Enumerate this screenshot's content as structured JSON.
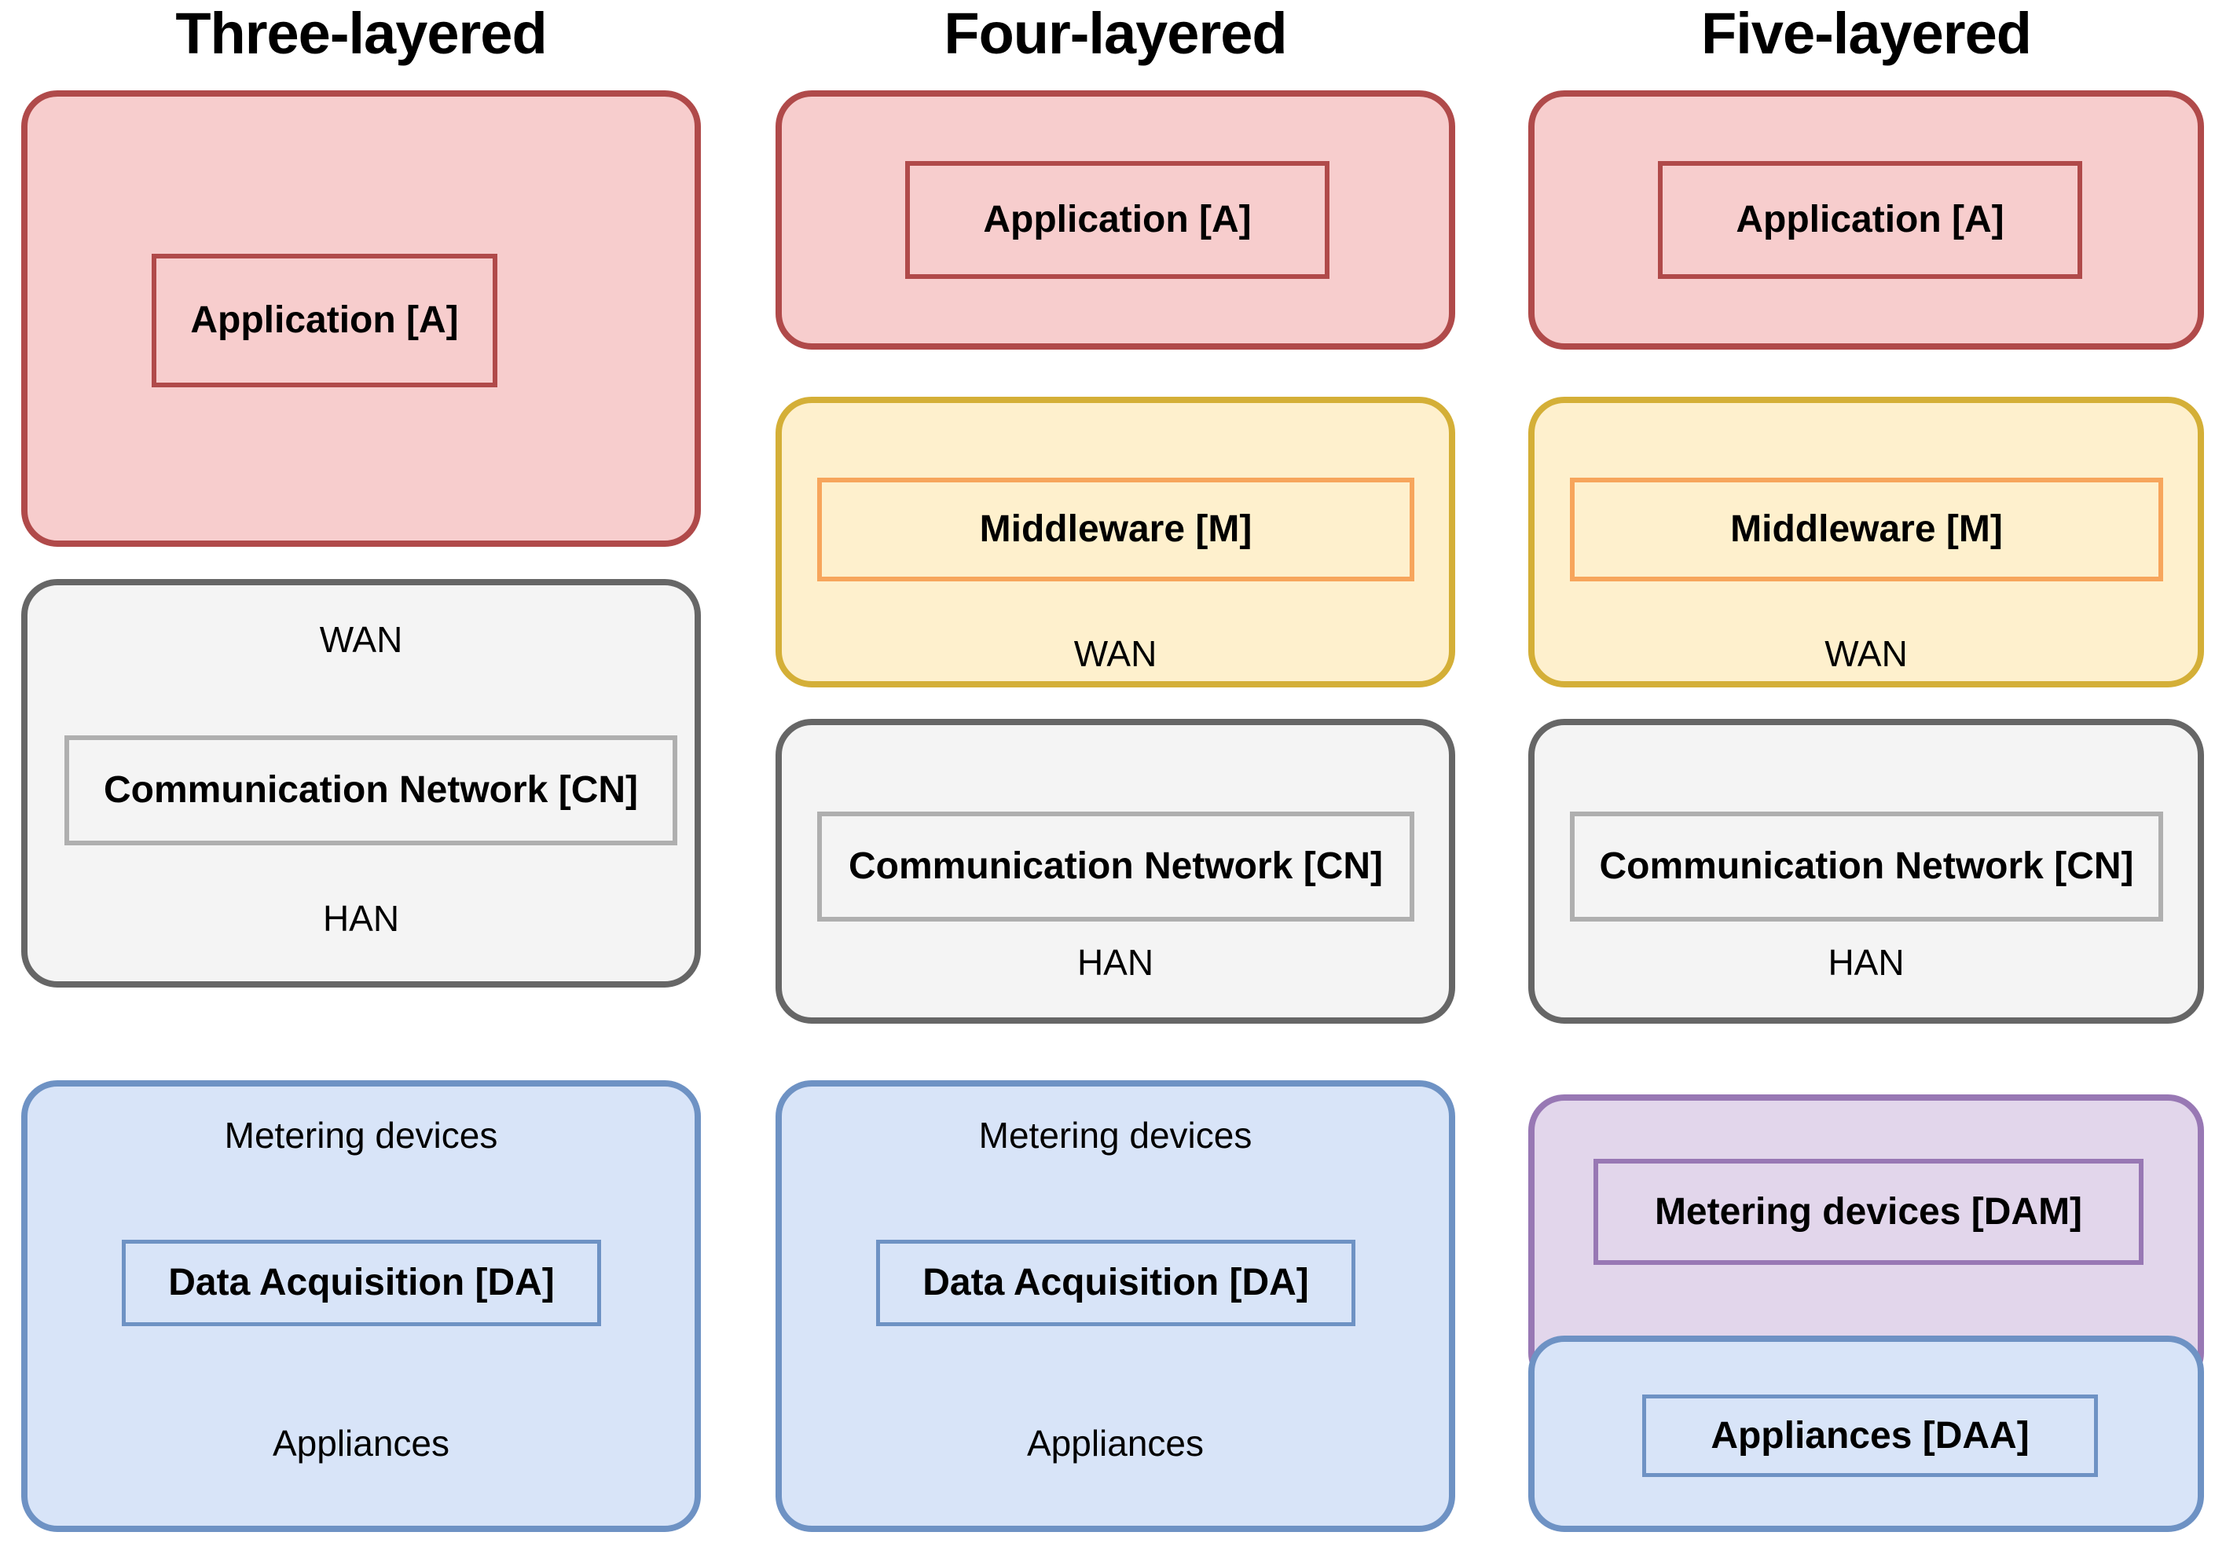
{
  "diagram": {
    "type": "layered-architecture-comparison",
    "columns": [
      {
        "id": "three-layered",
        "title": "Three-layered",
        "layers": [
          {
            "id": "application",
            "color_name": "pink",
            "fill": "#F7CDCD",
            "stroke": "#B04A4A",
            "labeled_box": "Application [A]",
            "box_stroke": "#B04A4A",
            "extra_labels": []
          },
          {
            "id": "communication-network",
            "color_name": "gray",
            "fill": "#F4F4F4",
            "stroke": "#666666",
            "labeled_box": "Communication Network [CN]",
            "box_stroke": "#AFAFAF",
            "extra_labels": [
              "WAN",
              "HAN"
            ]
          },
          {
            "id": "data-acquisition",
            "color_name": "blue",
            "fill": "#D8E4F8",
            "stroke": "#6E92C4",
            "labeled_box": "Data Acquisition [DA]",
            "box_stroke": "#6E92C4",
            "extra_labels": [
              "Metering devices",
              "Appliances"
            ]
          }
        ]
      },
      {
        "id": "four-layered",
        "title": "Four-layered",
        "layers": [
          {
            "id": "application",
            "color_name": "pink",
            "fill": "#F7CDCD",
            "stroke": "#B04A4A",
            "labeled_box": "Application [A]",
            "box_stroke": "#B04A4A",
            "extra_labels": []
          },
          {
            "id": "middleware",
            "color_name": "yellow",
            "fill": "#FEF0CD",
            "stroke": "#D4AF37",
            "labeled_box": "Middleware [M]",
            "box_stroke": "#F7A55C",
            "extra_labels": [
              "WAN"
            ]
          },
          {
            "id": "communication-network",
            "color_name": "gray",
            "fill": "#F4F4F4",
            "stroke": "#666666",
            "labeled_box": "Communication Network [CN]",
            "box_stroke": "#AFAFAF",
            "extra_labels": [
              "HAN"
            ]
          },
          {
            "id": "data-acquisition",
            "color_name": "blue",
            "fill": "#D8E4F8",
            "stroke": "#6E92C4",
            "labeled_box": "Data Acquisition [DA]",
            "box_stroke": "#6E92C4",
            "extra_labels": [
              "Metering devices",
              "Appliances"
            ]
          }
        ]
      },
      {
        "id": "five-layered",
        "title": "Five-layered",
        "layers": [
          {
            "id": "application",
            "color_name": "pink",
            "fill": "#F7CDCD",
            "stroke": "#B04A4A",
            "labeled_box": "Application [A]",
            "box_stroke": "#B04A4A",
            "extra_labels": []
          },
          {
            "id": "middleware",
            "color_name": "yellow",
            "fill": "#FEF0CD",
            "stroke": "#D4AF37",
            "labeled_box": "Middleware [M]",
            "box_stroke": "#F7A55C",
            "extra_labels": [
              "WAN"
            ]
          },
          {
            "id": "communication-network",
            "color_name": "gray",
            "fill": "#F4F4F4",
            "stroke": "#666666",
            "labeled_box": "Communication Network [CN]",
            "box_stroke": "#AFAFAF",
            "extra_labels": [
              "HAN"
            ]
          },
          {
            "id": "metering-devices",
            "color_name": "purple",
            "fill": "#E2D6EB",
            "stroke": "#9878B4",
            "labeled_box": "Metering devices [DAM]",
            "box_stroke": "#9878B4",
            "extra_labels": []
          },
          {
            "id": "appliances",
            "color_name": "blue",
            "fill": "#D8E4F8",
            "stroke": "#6E92C4",
            "labeled_box": "Appliances [DAA]",
            "box_stroke": "#6E92C4",
            "extra_labels": []
          }
        ]
      }
    ]
  },
  "c1": {
    "title": "Three-layered",
    "application_box": "Application [A]",
    "wan": "WAN",
    "cn_box": "Communication Network [CN]",
    "han": "HAN",
    "metering": "Metering devices",
    "da_box": "Data Acquisition [DA]",
    "appliances": "Appliances"
  },
  "c2": {
    "title": "Four-layered",
    "application_box": "Application [A]",
    "middleware_box": "Middleware [M]",
    "wan": "WAN",
    "cn_box": "Communication Network [CN]",
    "han": "HAN",
    "metering": "Metering devices",
    "da_box": "Data Acquisition [DA]",
    "appliances": "Appliances"
  },
  "c3": {
    "title": "Five-layered",
    "application_box": "Application [A]",
    "middleware_box": "Middleware [M]",
    "wan": "WAN",
    "cn_box": "Communication Network [CN]",
    "han": "HAN",
    "dam_box": "Metering devices [DAM]",
    "daa_box": "Appliances [DAA]"
  }
}
